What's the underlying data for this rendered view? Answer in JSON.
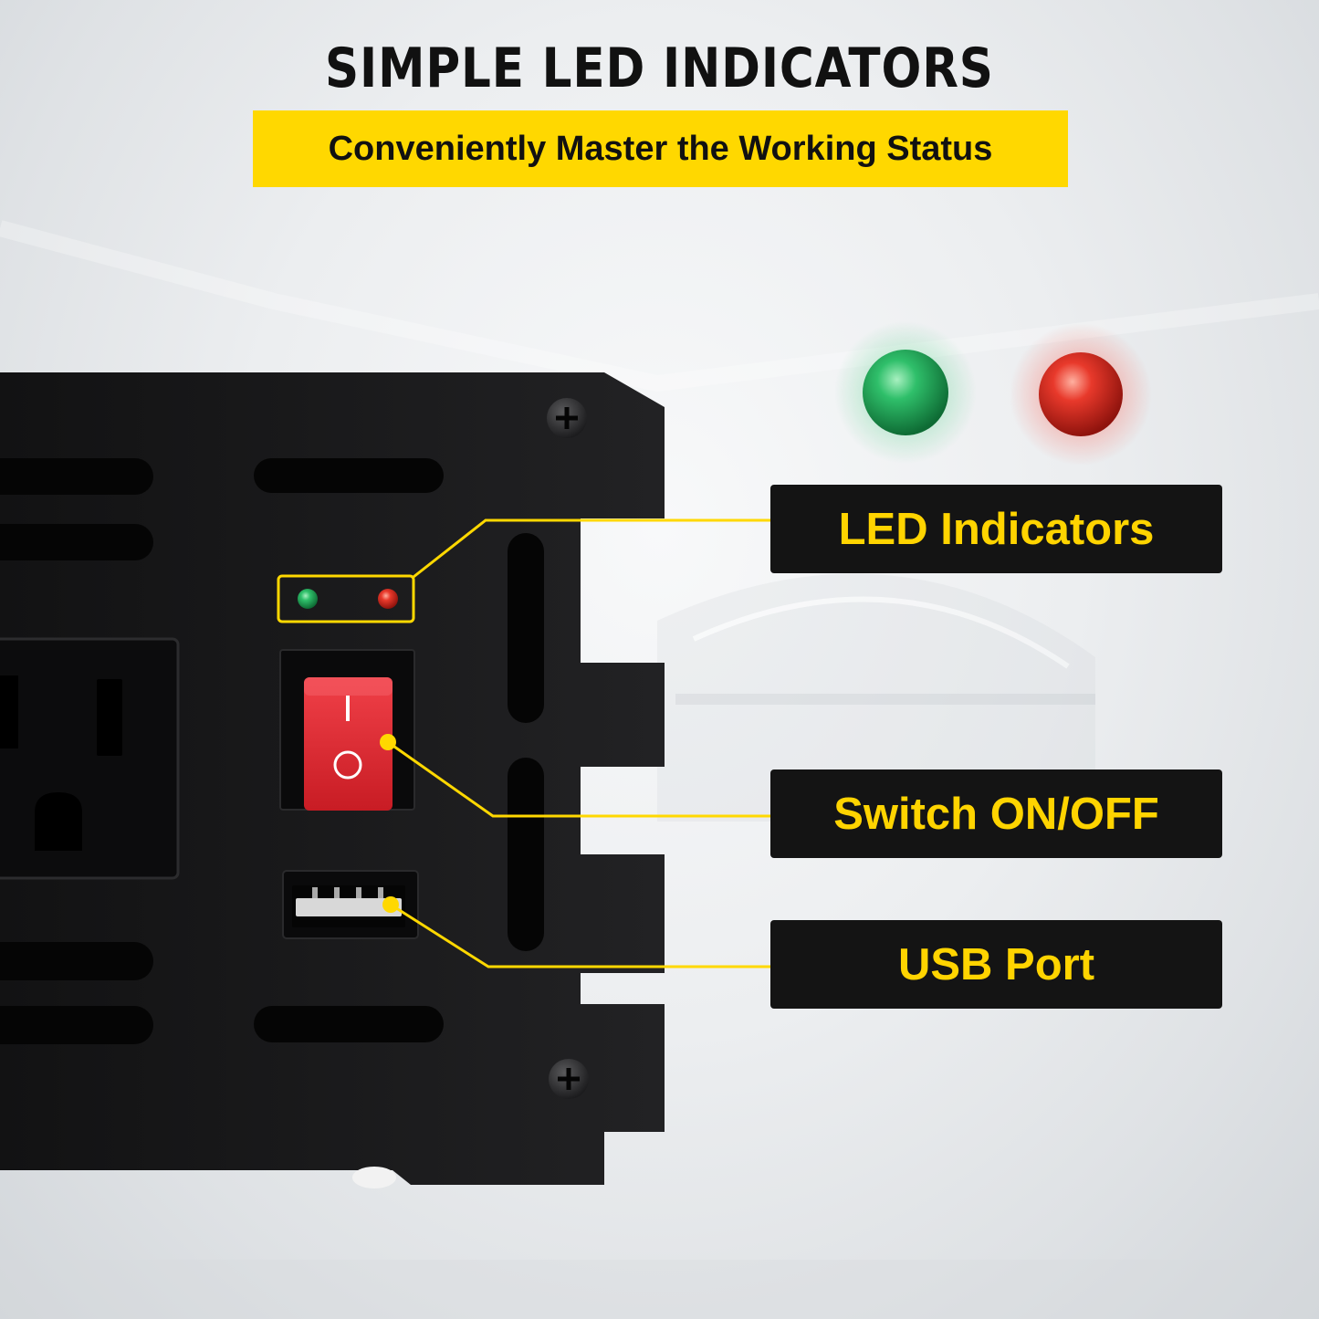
{
  "headline": "SIMPLE LED INDICATORS",
  "subheadline": "Conveniently Master the Working Status",
  "callouts": {
    "led": "LED Indicators",
    "switch": "Switch ON/OFF",
    "usb": "USB Port"
  },
  "switch_symbols": {
    "on": "I",
    "off": "O"
  },
  "colors": {
    "accent_yellow": "#ffd800",
    "callout_text": "#ffd400",
    "callout_background": "#141414",
    "device_body": "#1c1c1e",
    "led_green": "#1fb05a",
    "led_red": "#e03226",
    "switch_red": "#e0282f"
  },
  "icons": {
    "big_green_led": "green-led-icon",
    "big_red_led": "red-led-icon",
    "screw": "screw-icon"
  }
}
